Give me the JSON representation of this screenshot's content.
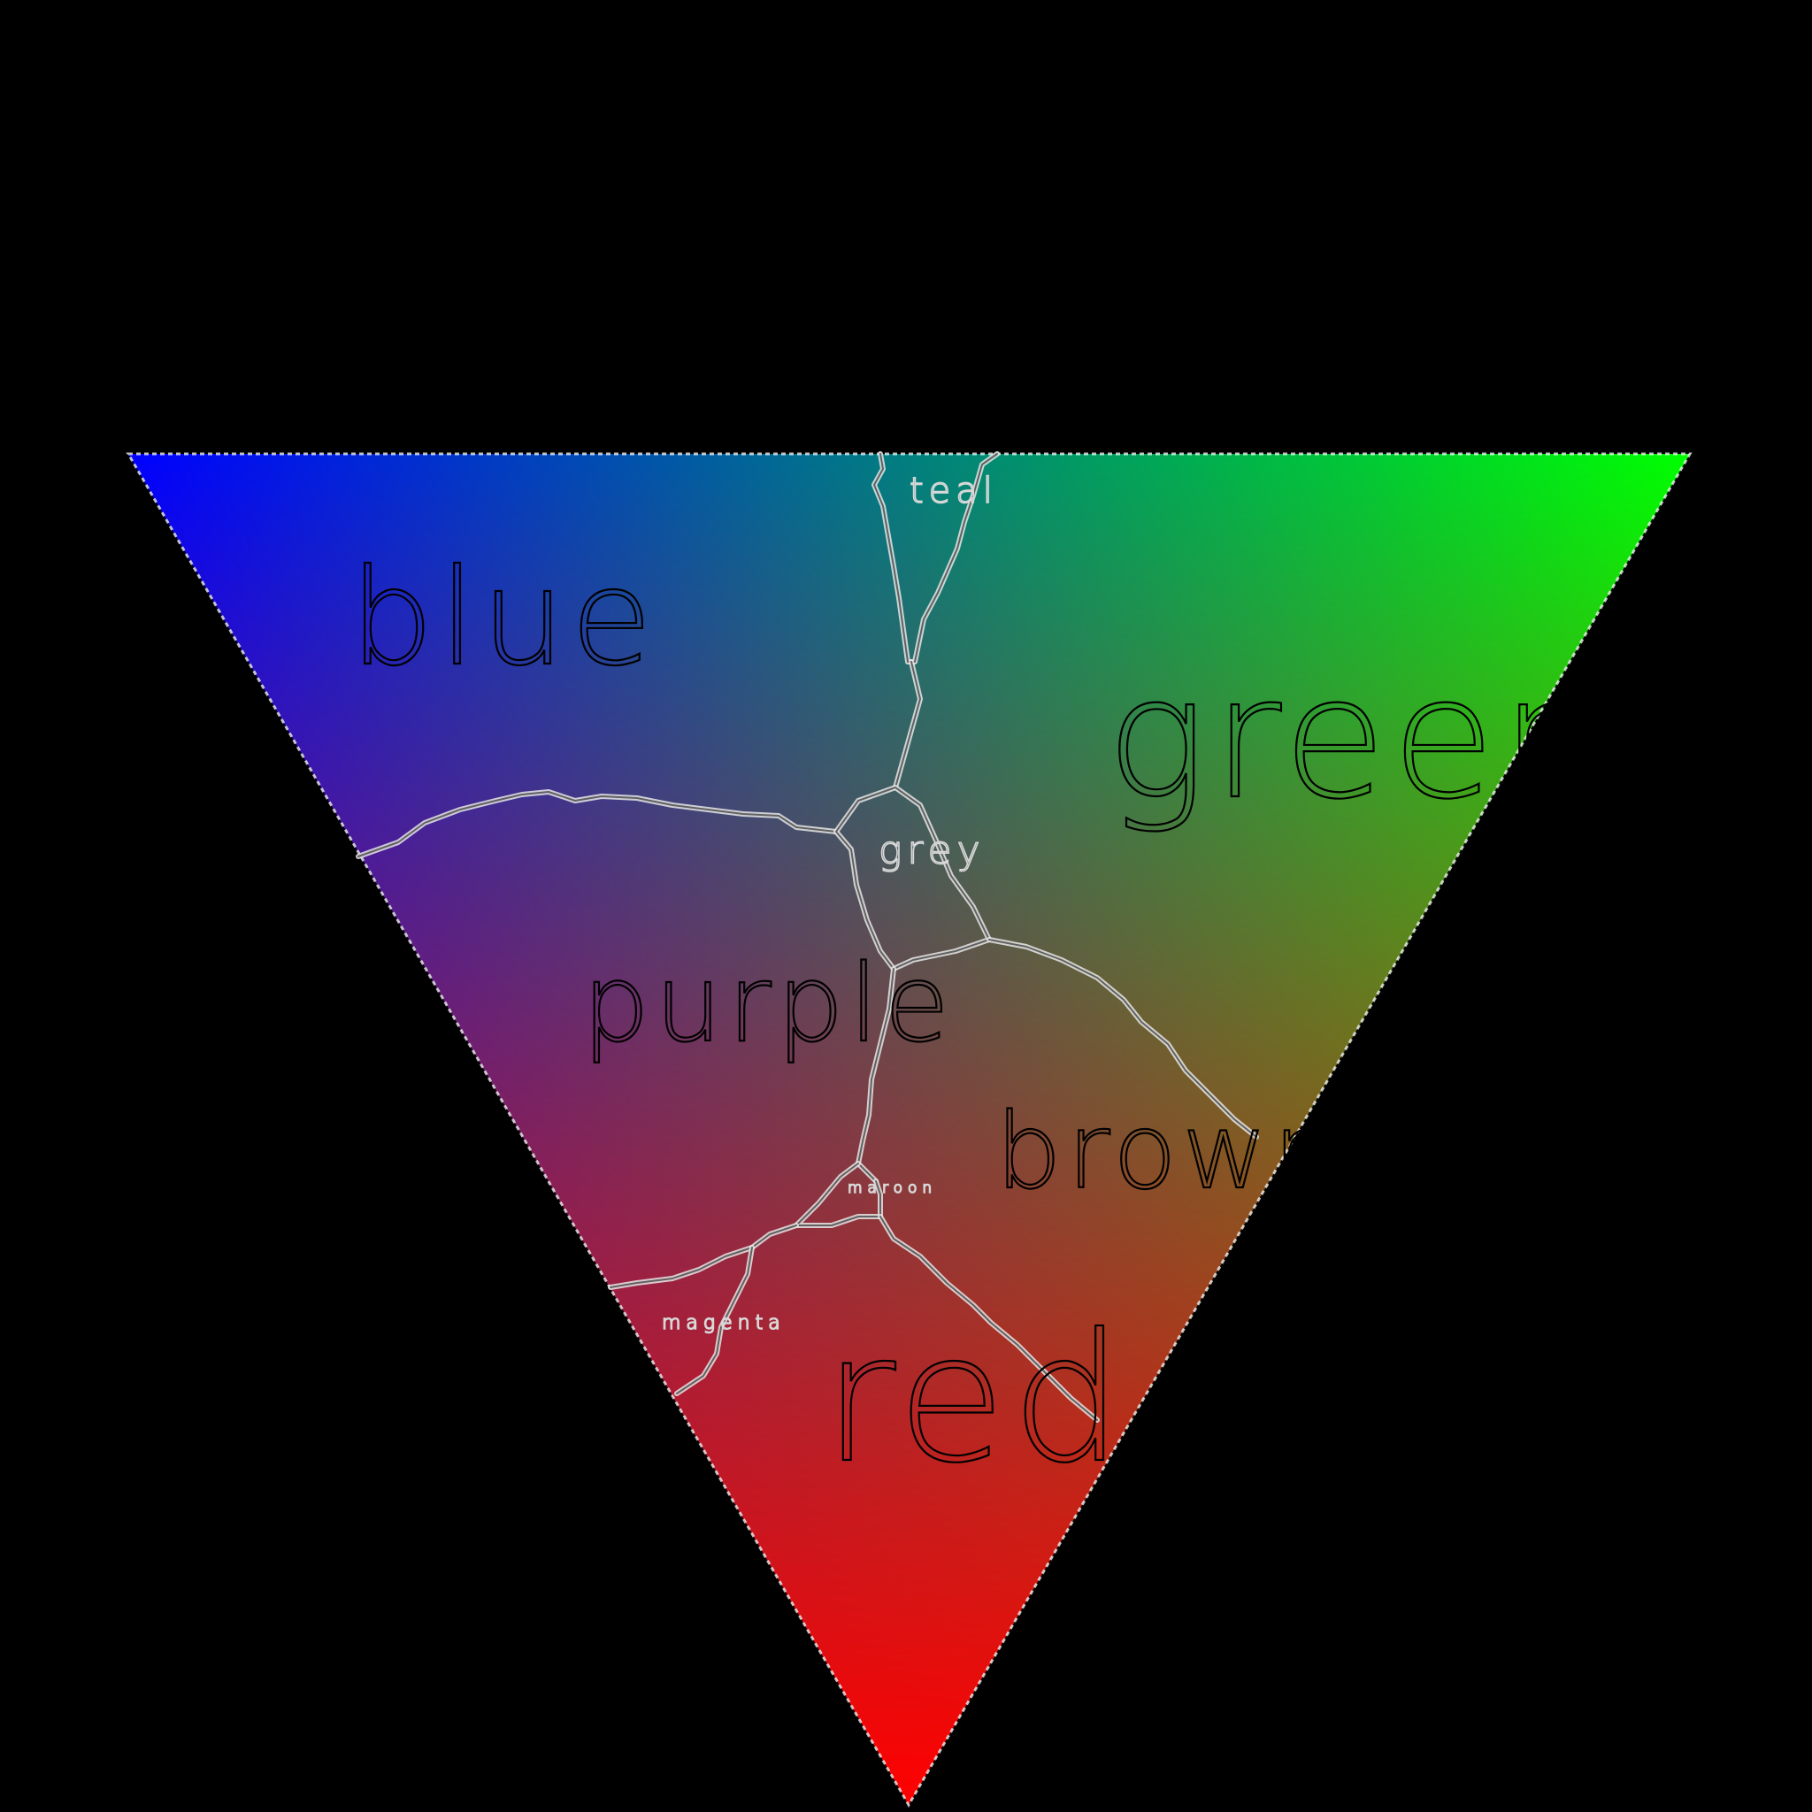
{
  "diagram": {
    "background": "#000000",
    "corners": {
      "top_left": "#0000ff",
      "top_right": "#00ff00",
      "bottom": "#ff0000"
    },
    "regions": [
      {
        "key": "blue",
        "label": "blue",
        "tone": "dark",
        "size": "large"
      },
      {
        "key": "green",
        "label": "green",
        "tone": "dark",
        "size": "xlarge"
      },
      {
        "key": "teal",
        "label": "teal",
        "tone": "light",
        "size": "small"
      },
      {
        "key": "grey",
        "label": "grey",
        "tone": "light",
        "size": "small"
      },
      {
        "key": "purple",
        "label": "purple",
        "tone": "dark",
        "size": "large"
      },
      {
        "key": "brown",
        "label": "brown",
        "tone": "dark",
        "size": "large"
      },
      {
        "key": "maroon",
        "label": "maroon",
        "tone": "light",
        "size": "tiny"
      },
      {
        "key": "magenta",
        "label": "magenta",
        "tone": "light",
        "size": "tiny"
      },
      {
        "key": "red",
        "label": "red",
        "tone": "dark",
        "size": "xlarge"
      }
    ]
  }
}
